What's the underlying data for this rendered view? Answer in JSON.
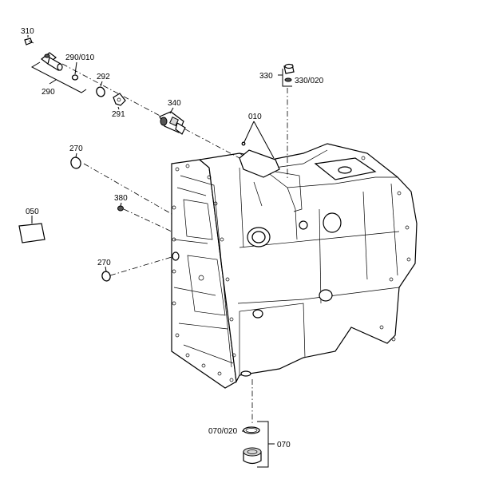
{
  "labels": {
    "p310": "310",
    "p290_010": "290/010",
    "p290": "290",
    "p292": "292",
    "p291": "291",
    "p340": "340",
    "p330": "330",
    "p330_020": "330/020",
    "p010": "010",
    "p270_top": "270",
    "p380": "380",
    "p050": "050",
    "p270_bottom": "270",
    "p070_020": "070/020",
    "p070": "070"
  }
}
